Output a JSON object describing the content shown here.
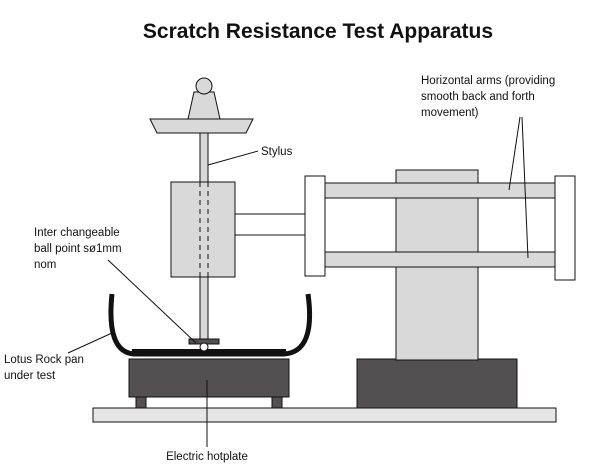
{
  "title": "Scratch Resistance Test Apparatus",
  "labels": {
    "horizontal_arms": [
      "Horizontal arms (providing",
      "smooth back and forth",
      "movement)"
    ],
    "stylus": "Stylus",
    "ball_point": [
      "Inter changeable",
      "ball point sø1mm",
      "nom"
    ],
    "lotus_pan": [
      "Lotus Rock pan",
      "under test"
    ],
    "hotplate": "Electric hotplate"
  },
  "colors": {
    "light_fill": "#d9d9d9",
    "dark_fill": "#545051",
    "base_fill": "#e6e6e6",
    "outline": "#111111"
  }
}
